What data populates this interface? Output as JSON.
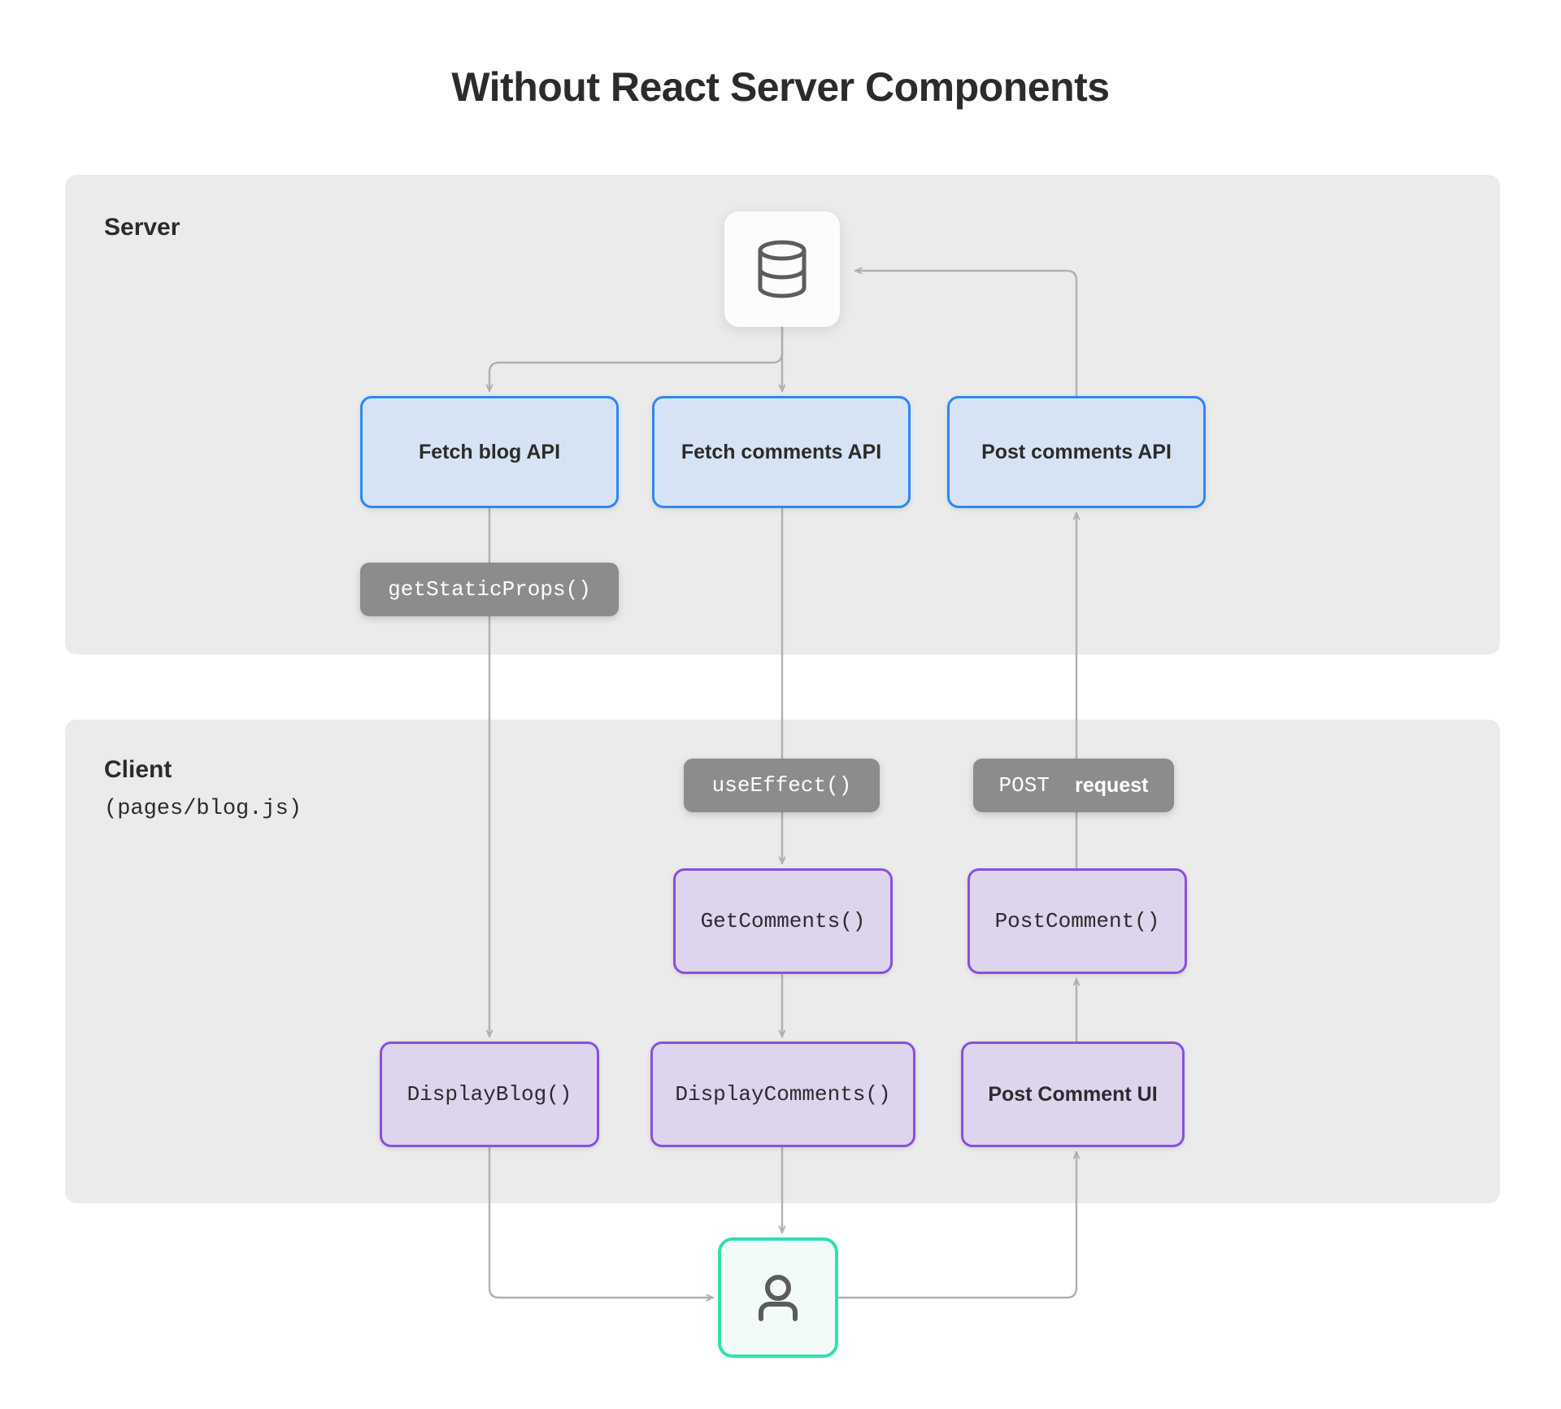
{
  "title": "Without React Server Components",
  "colors": {
    "background": "#ffffff",
    "zone_fill": "#ebebeb",
    "api_fill": "#d6e3f4",
    "api_border": "#2f86f6",
    "component_fill": "#ded4ee",
    "component_border": "#8b4ede",
    "pill_fill": "#8c8c8c",
    "pill_text": "#ffffff",
    "user_border": "#2ee0b0",
    "user_fill": "#f2fbf8",
    "edge_stroke": "#b0b0b0",
    "text": "#2b2b2b"
  },
  "zones": {
    "server": {
      "title": "Server"
    },
    "client": {
      "title": "Client",
      "subtitle": "(pages/blog.js)"
    }
  },
  "nodes": {
    "database": {
      "icon": "database-icon",
      "label": ""
    },
    "fetch_blog_api": {
      "label": "Fetch blog API"
    },
    "fetch_comments_api": {
      "label": "Fetch  comments API"
    },
    "post_comments_api": {
      "label": "Post comments API"
    },
    "get_comments": {
      "label": "GetComments()"
    },
    "post_comment": {
      "label": "PostComment()"
    },
    "display_blog": {
      "label": "DisplayBlog()"
    },
    "display_comments": {
      "label": "DisplayComments()"
    },
    "post_comment_ui": {
      "label": "Post Comment UI"
    },
    "user": {
      "icon": "user-icon",
      "label": ""
    }
  },
  "pills": {
    "get_static_props": {
      "label": "getStaticProps()"
    },
    "use_effect": {
      "label": "useEffect()"
    },
    "post_request": {
      "mono": "POST",
      "bold": "request"
    }
  },
  "edges": [
    {
      "from": "database",
      "to": "fetch_blog_api"
    },
    {
      "from": "database",
      "to": "fetch_comments_api"
    },
    {
      "from": "post_comments_api",
      "to": "database"
    },
    {
      "from": "fetch_blog_api",
      "to": "display_blog"
    },
    {
      "from": "fetch_comments_api",
      "to": "get_comments"
    },
    {
      "from": "get_comments",
      "to": "display_comments"
    },
    {
      "from": "post_comment",
      "to": "post_comments_api"
    },
    {
      "from": "post_comment_ui",
      "to": "post_comment"
    },
    {
      "from": "display_blog",
      "to": "user"
    },
    {
      "from": "display_comments",
      "to": "user"
    },
    {
      "from": "user",
      "to": "post_comment_ui"
    }
  ]
}
